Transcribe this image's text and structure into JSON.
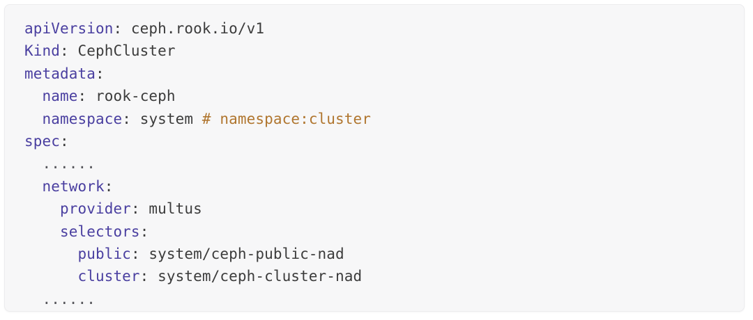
{
  "card": {
    "background": "#f7f7f8",
    "border_color": "#ececee"
  },
  "code": {
    "language": "yaml",
    "colors": {
      "key": "#4a3fa0",
      "value": "#3c3c3c",
      "comment": "#b0762f",
      "punctuation": "#3c3c3c",
      "ellipsis": "#55555a"
    },
    "lines": [
      {
        "indent": "",
        "key": "apiVersion",
        "colon": ":",
        "value": " ceph.rook.io/v1"
      },
      {
        "indent": "",
        "key": "Kind",
        "colon": ":",
        "value": " CephCluster"
      },
      {
        "indent": "",
        "key": "metadata",
        "colon": ":",
        "value": ""
      },
      {
        "indent": "  ",
        "key": "name",
        "colon": ":",
        "value": " rook-ceph"
      },
      {
        "indent": "  ",
        "key": "namespace",
        "colon": ":",
        "value": " system ",
        "comment": "# namespace:cluster"
      },
      {
        "indent": "",
        "key": "spec",
        "colon": ":",
        "value": ""
      },
      {
        "indent": "  ",
        "ellipsis": "......"
      },
      {
        "indent": "  ",
        "key": "network",
        "colon": ":",
        "value": ""
      },
      {
        "indent": "    ",
        "key": "provider",
        "colon": ":",
        "value": " multus"
      },
      {
        "indent": "    ",
        "key": "selectors",
        "colon": ":",
        "value": ""
      },
      {
        "indent": "      ",
        "key": "public",
        "colon": ":",
        "value": " system/ceph-public-nad"
      },
      {
        "indent": "      ",
        "key": "cluster",
        "colon": ":",
        "value": " system/ceph-cluster-nad"
      },
      {
        "indent": "  ",
        "ellipsis": "......"
      }
    ]
  }
}
